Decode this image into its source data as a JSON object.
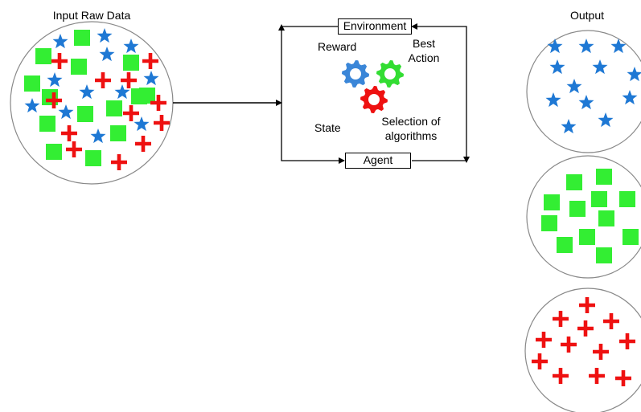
{
  "input": {
    "title": "Input Raw Data"
  },
  "output": {
    "title": "Output"
  },
  "rl_loop": {
    "environment": "Environment",
    "agent": "Agent",
    "reward": "Reward",
    "best_action_line1": "Best",
    "best_action_line2": "Action",
    "state": "State",
    "selection_line1": "Selection of",
    "selection_line2": "algorithms"
  },
  "colors": {
    "star": "#1e78d4",
    "square": "#33ee33",
    "plus": "#ee1111",
    "gear_blue": "#3a86d8",
    "gear_green": "#33dd33",
    "gear_red": "#ee1111",
    "line": "#000000",
    "circle_border": "#888888"
  },
  "icons": [
    "star-icon",
    "square-icon",
    "plus-icon",
    "gear-icon"
  ]
}
